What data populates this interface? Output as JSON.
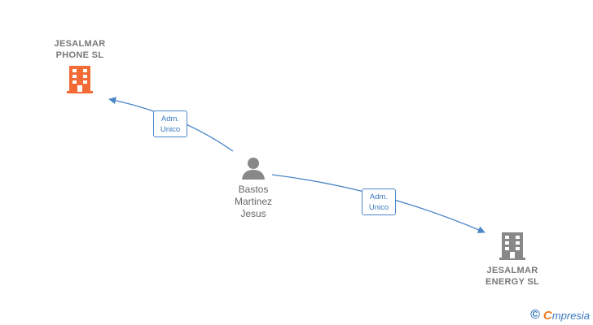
{
  "nodes": {
    "company_top": {
      "name": "JESALMAR\nPHONE  SL",
      "color": "#f26a35"
    },
    "company_bottom": {
      "name": "JESALMAR\nENERGY  SL",
      "color": "#888888"
    },
    "person": {
      "name": "Bastos\nMartinez\nJesus",
      "color": "#888888"
    }
  },
  "edges": {
    "to_top": {
      "label": "Adm.\nUnico"
    },
    "to_bottom": {
      "label": "Adm.\nUnico"
    }
  },
  "colors": {
    "edge": "#4a86c8"
  },
  "watermark": {
    "symbol": "©",
    "brand_initial": "C",
    "brand_rest": "mpresia"
  }
}
